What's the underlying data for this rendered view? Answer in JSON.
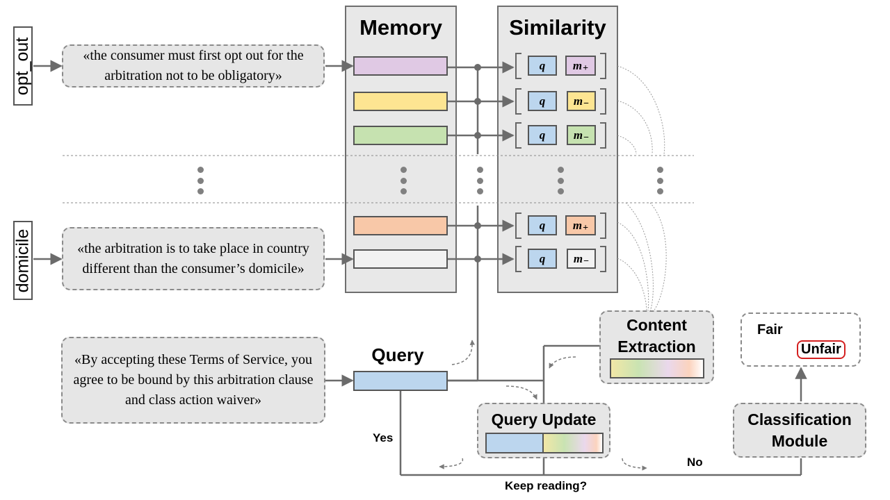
{
  "colors": {
    "memory_slots": [
      "#e0c9e4",
      "#fde592",
      "#c6e2b0",
      "#f8c8a8",
      "#f2f2f2"
    ],
    "query": "#bcd6ee",
    "unfair_border": "#d42020"
  },
  "side_labels": {
    "top": "opt_out",
    "bottom": "domicile"
  },
  "sentences": {
    "opt_out": "«the consumer must first opt out for the arbitration not to be obligatory»",
    "domicile": "«the arbitration is to take place in country different than the consumer’s domicile»",
    "query": "«By accepting these Terms of Service, you agree to be bound  by this arbitration clause and class action waiver»"
  },
  "panels": {
    "memory": "Memory",
    "similarity": "Similarity"
  },
  "similarity_rows": [
    {
      "q": "q",
      "m": "m",
      "sign": "+"
    },
    {
      "q": "q",
      "m": "m",
      "sign": "−"
    },
    {
      "q": "q",
      "m": "m",
      "sign": "−"
    },
    {
      "q": "q",
      "m": "m",
      "sign": "+"
    },
    {
      "q": "q",
      "m": "m",
      "sign": "−"
    }
  ],
  "modules": {
    "query": "Query",
    "content_extraction": "Content Extraction",
    "query_update": "Query Update",
    "classification": "Classification Module"
  },
  "output": {
    "fair": "Fair",
    "unfair": "Unfair"
  },
  "flow": {
    "yes": "Yes",
    "no": "No",
    "keep_reading": "Keep reading?"
  }
}
